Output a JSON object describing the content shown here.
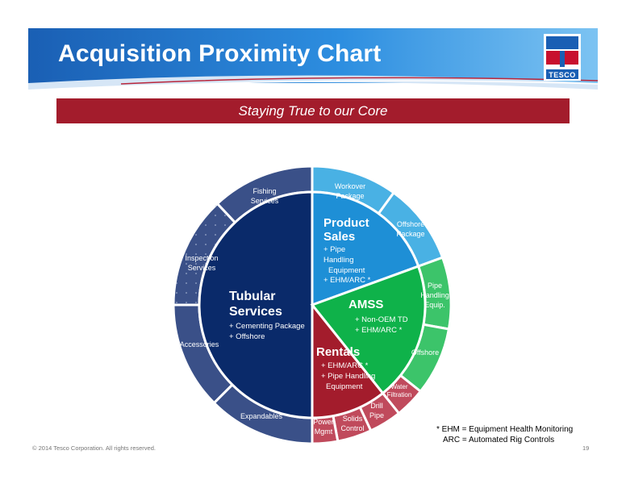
{
  "header": {
    "title": "Acquisition Proximity Chart",
    "logo_text": "TESCO",
    "subtitle": "Staying True to our Core"
  },
  "colors": {
    "tubular": "#0a2a6a",
    "tubular_outer": "#3a5088",
    "product_sales": "#1e8fd6",
    "product_outer": "#49b1e4",
    "amss": "#0fb24a",
    "amss_outer": "#3cc46a",
    "rentals": "#a31c2c",
    "rentals_outer": "#c04a5c",
    "subtitle_bar": "#a31c2c"
  },
  "outer_ring": {
    "fishing_services": "Fishing Services",
    "inspection_services": "Inspection Services",
    "accessories": "Accessories",
    "expandables": "Expandables",
    "workover_package": "Workover Package",
    "offshore_package": "Offshore Package",
    "pipe_handling_equip": "Pipe Handling Equip.",
    "offshore": "Offshore",
    "water_filtration": "Water Filtration",
    "drill_pipe": "Drill Pipe",
    "solids_control": "Solids Control",
    "power_mgmt": "Power Mgmt"
  },
  "core": {
    "tubular": {
      "title_line1": "Tubular",
      "title_line2": "Services",
      "items": [
        "+ Cementing Package",
        "+ Offshore"
      ]
    },
    "product_sales": {
      "title_line1": "Product",
      "title_line2": "Sales",
      "items": [
        "+ Pipe",
        "Handling",
        "Equipment",
        "+ EHM/ARC *"
      ]
    },
    "amss": {
      "title": "AMSS",
      "items": [
        "+ Non-OEM  TD",
        "+ EHM/ARC *"
      ]
    },
    "rentals": {
      "title": "Rentals",
      "items": [
        "+ EHM/ARC *",
        "+ Pipe Handling",
        "Equipment"
      ]
    }
  },
  "footnote": {
    "line1": "* EHM = Equipment Health Monitoring",
    "line2": "ARC = Automated Rig Controls"
  },
  "footer": {
    "copyright": "© 2014 Tesco Corporation. All rights reserved.",
    "page_number": "19"
  }
}
